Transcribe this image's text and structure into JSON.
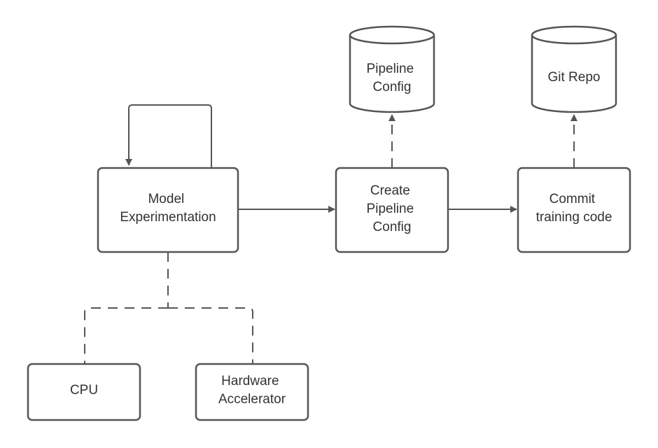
{
  "nodes": {
    "model_experimentation": {
      "lines": [
        "Model",
        "Experimentation"
      ]
    },
    "create_pipeline_config": {
      "lines": [
        "Create",
        "Pipeline",
        "Config"
      ]
    },
    "commit_training_code": {
      "lines": [
        "Commit",
        "training code"
      ]
    },
    "pipeline_config_store": {
      "lines": [
        "Pipeline",
        "Config"
      ]
    },
    "git_repo": {
      "lines": [
        "Git Repo"
      ]
    },
    "cpu": {
      "lines": [
        "CPU"
      ]
    },
    "hardware_accelerator": {
      "lines": [
        "Hardware",
        "Accelerator"
      ]
    }
  },
  "colors": {
    "stroke": "#555555",
    "text": "#333333",
    "fill": "#ffffff"
  }
}
